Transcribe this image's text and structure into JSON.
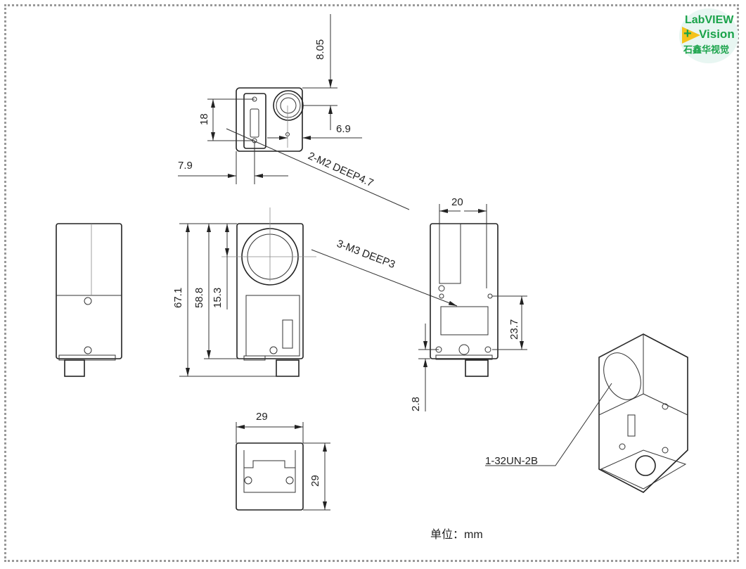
{
  "logo": {
    "line1": "LabVIEW",
    "plus": "+",
    "line2": "Vision",
    "line3": "石鑫华视觉"
  },
  "dimensions": {
    "top_height": "8.05",
    "slot_span": "18",
    "connector_offset": "6.9",
    "hole_offset": "7.9",
    "total_length": "67.1",
    "body_length": "58.8",
    "lens_center": "15.3",
    "side_width": "20",
    "side_hole_height": "23.7",
    "base_offset": "2.8",
    "bottom_width": "29",
    "bottom_height": "29"
  },
  "callouts": {
    "m2_holes": "2-M2 DEEP4.7",
    "m3_holes": "3-M3 DEEP3",
    "lens_mount": "1-32UN-2B"
  },
  "unit_label": "单位：mm"
}
